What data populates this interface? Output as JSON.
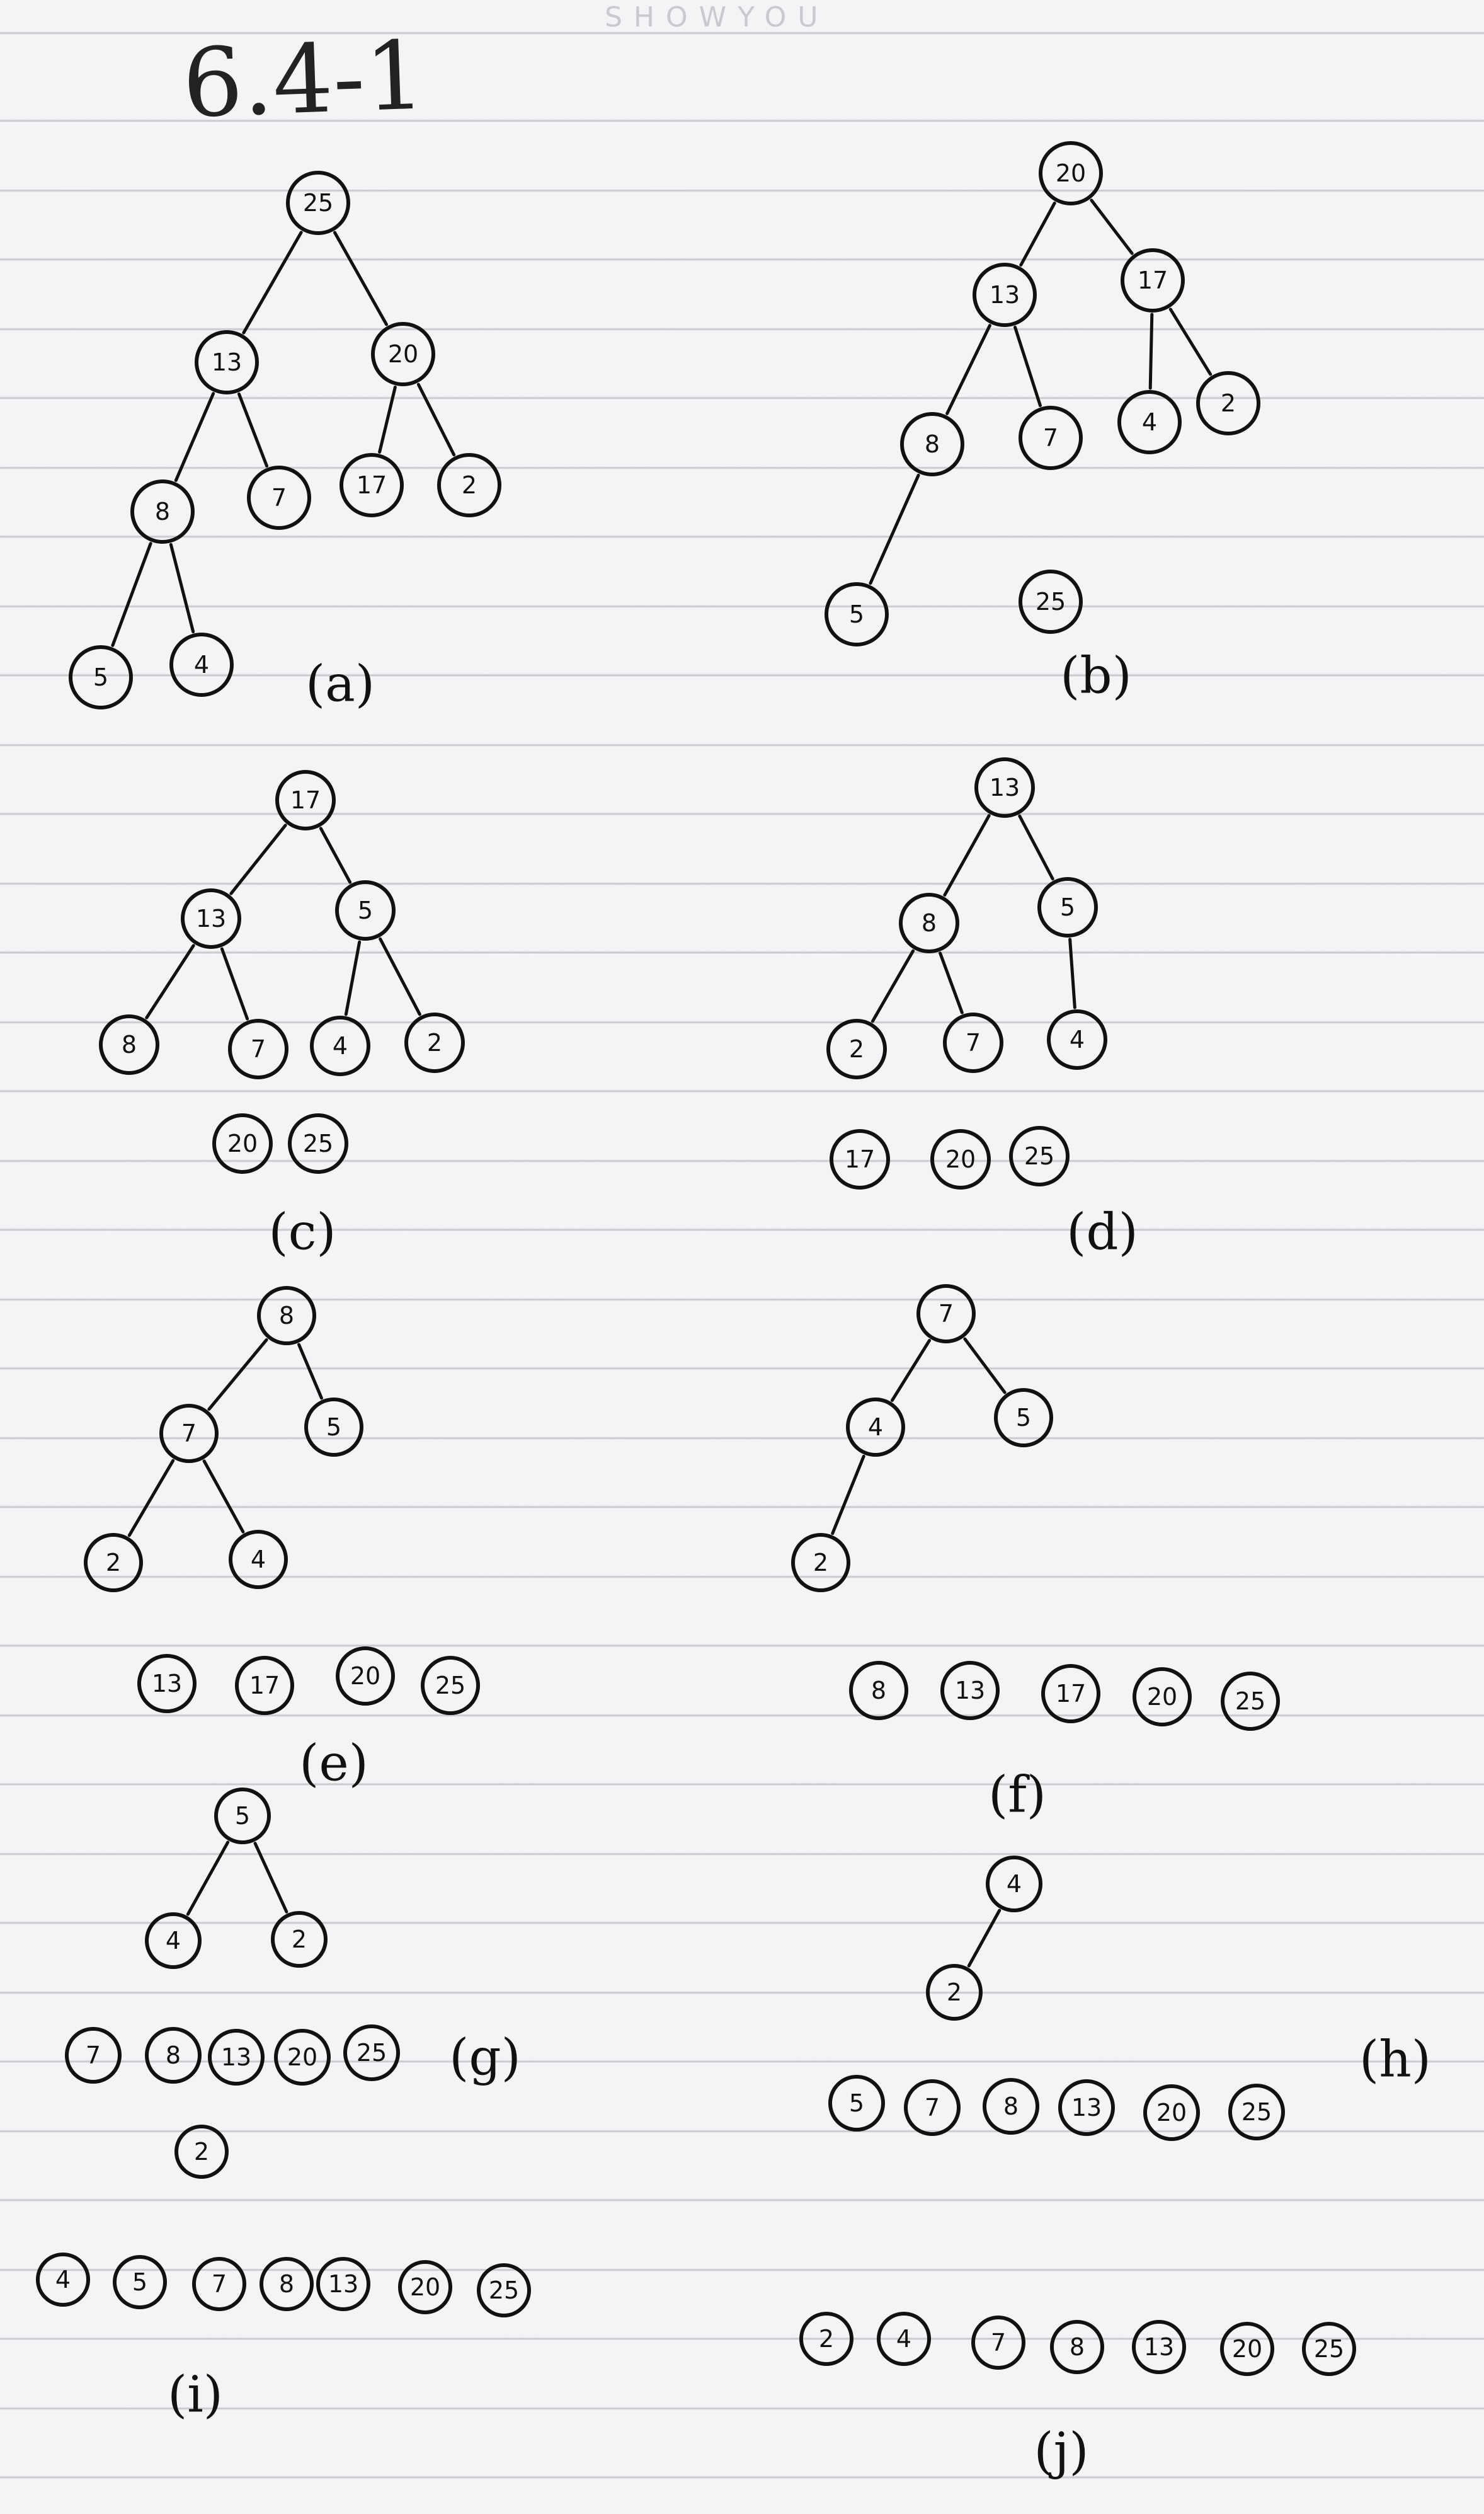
{
  "page": {
    "brand_text": "SHOWYOU",
    "heading": "6.4-1",
    "paper_color": "#f4f4f6",
    "ink_color": "#111111"
  },
  "figures": [
    {
      "caption": "(a)",
      "nodes": [
        {
          "id": "a25",
          "label": "25"
        },
        {
          "id": "a13",
          "label": "13"
        },
        {
          "id": "a20",
          "label": "20"
        },
        {
          "id": "a8",
          "label": "8"
        },
        {
          "id": "a7",
          "label": "7"
        },
        {
          "id": "a17",
          "label": "17"
        },
        {
          "id": "a2",
          "label": "2"
        },
        {
          "id": "a5",
          "label": "5"
        },
        {
          "id": "a4",
          "label": "4"
        }
      ],
      "edges": [
        [
          "a25",
          "a13"
        ],
        [
          "a25",
          "a20"
        ],
        [
          "a13",
          "a8"
        ],
        [
          "a13",
          "a7"
        ],
        [
          "a20",
          "a17"
        ],
        [
          "a20",
          "a2"
        ],
        [
          "a8",
          "a5"
        ],
        [
          "a8",
          "a4"
        ]
      ]
    },
    {
      "caption": "(b)",
      "nodes": [
        {
          "id": "b20",
          "label": "20"
        },
        {
          "id": "b13",
          "label": "13"
        },
        {
          "id": "b17",
          "label": "17"
        },
        {
          "id": "b8",
          "label": "8"
        },
        {
          "id": "b7",
          "label": "7"
        },
        {
          "id": "b4",
          "label": "4"
        },
        {
          "id": "b2",
          "label": "2"
        },
        {
          "id": "b5",
          "label": "5"
        },
        {
          "id": "b25",
          "label": "25"
        }
      ],
      "edges": [
        [
          "b20",
          "b13"
        ],
        [
          "b20",
          "b17"
        ],
        [
          "b13",
          "b8"
        ],
        [
          "b13",
          "b7"
        ],
        [
          "b17",
          "b4"
        ],
        [
          "b17",
          "b2"
        ],
        [
          "b8",
          "b5"
        ]
      ]
    },
    {
      "caption": "(c)",
      "nodes": [
        {
          "id": "c17",
          "label": "17"
        },
        {
          "id": "c13",
          "label": "13"
        },
        {
          "id": "c5",
          "label": "5"
        },
        {
          "id": "c8",
          "label": "8"
        },
        {
          "id": "c7",
          "label": "7"
        },
        {
          "id": "c4",
          "label": "4"
        },
        {
          "id": "c2",
          "label": "2"
        },
        {
          "id": "c20",
          "label": "20"
        },
        {
          "id": "c25",
          "label": "25"
        }
      ],
      "edges": [
        [
          "c17",
          "c13"
        ],
        [
          "c17",
          "c5"
        ],
        [
          "c13",
          "c8"
        ],
        [
          "c13",
          "c7"
        ],
        [
          "c5",
          "c4"
        ],
        [
          "c5",
          "c2"
        ]
      ]
    },
    {
      "caption": "(d)",
      "nodes": [
        {
          "id": "d13",
          "label": "13"
        },
        {
          "id": "d8",
          "label": "8"
        },
        {
          "id": "d5",
          "label": "5"
        },
        {
          "id": "d2",
          "label": "2"
        },
        {
          "id": "d7",
          "label": "7"
        },
        {
          "id": "d4",
          "label": "4"
        },
        {
          "id": "d17",
          "label": "17"
        },
        {
          "id": "d20",
          "label": "20"
        },
        {
          "id": "d25",
          "label": "25"
        }
      ],
      "edges": [
        [
          "d13",
          "d8"
        ],
        [
          "d13",
          "d5"
        ],
        [
          "d8",
          "d2"
        ],
        [
          "d8",
          "d7"
        ],
        [
          "d5",
          "d4"
        ]
      ]
    },
    {
      "caption": "(e)",
      "nodes": [
        {
          "id": "e8",
          "label": "8"
        },
        {
          "id": "e7",
          "label": "7"
        },
        {
          "id": "e5",
          "label": "5"
        },
        {
          "id": "e2",
          "label": "2"
        },
        {
          "id": "e4",
          "label": "4"
        },
        {
          "id": "e13",
          "label": "13"
        },
        {
          "id": "e17",
          "label": "17"
        },
        {
          "id": "e20",
          "label": "20"
        },
        {
          "id": "e25",
          "label": "25"
        }
      ],
      "edges": [
        [
          "e8",
          "e7"
        ],
        [
          "e8",
          "e5"
        ],
        [
          "e7",
          "e2"
        ],
        [
          "e7",
          "e4"
        ]
      ]
    },
    {
      "caption": "(f)",
      "nodes": [
        {
          "id": "f7",
          "label": "7"
        },
        {
          "id": "f4",
          "label": "4"
        },
        {
          "id": "f5",
          "label": "5"
        },
        {
          "id": "f2",
          "label": "2"
        },
        {
          "id": "f8",
          "label": "8"
        },
        {
          "id": "f13",
          "label": "13"
        },
        {
          "id": "f17",
          "label": "17"
        },
        {
          "id": "f20",
          "label": "20"
        },
        {
          "id": "f25",
          "label": "25"
        }
      ],
      "edges": [
        [
          "f7",
          "f4"
        ],
        [
          "f7",
          "f5"
        ],
        [
          "f4",
          "f2"
        ]
      ]
    },
    {
      "caption": "(g)",
      "nodes": [
        {
          "id": "g5",
          "label": "5"
        },
        {
          "id": "g4",
          "label": "4"
        },
        {
          "id": "g2",
          "label": "2"
        },
        {
          "id": "g7",
          "label": "7"
        },
        {
          "id": "g8",
          "label": "8"
        },
        {
          "id": "g13",
          "label": "13"
        },
        {
          "id": "g20",
          "label": "20"
        },
        {
          "id": "g25",
          "label": "25"
        }
      ],
      "edges": [
        [
          "g5",
          "g4"
        ],
        [
          "g5",
          "g2"
        ]
      ]
    },
    {
      "caption": "(h)",
      "nodes": [
        {
          "id": "h4",
          "label": "4"
        },
        {
          "id": "h2",
          "label": "2"
        },
        {
          "id": "h5",
          "label": "5"
        },
        {
          "id": "h7",
          "label": "7"
        },
        {
          "id": "h8",
          "label": "8"
        },
        {
          "id": "h13",
          "label": "13"
        },
        {
          "id": "h20",
          "label": "20"
        },
        {
          "id": "h25",
          "label": "25"
        }
      ],
      "edges": [
        [
          "h4",
          "h2"
        ]
      ]
    },
    {
      "caption": "(i)",
      "nodes": [
        {
          "id": "i2",
          "label": "2"
        },
        {
          "id": "i4",
          "label": "4"
        },
        {
          "id": "i5",
          "label": "5"
        },
        {
          "id": "i7",
          "label": "7"
        },
        {
          "id": "i8",
          "label": "8"
        },
        {
          "id": "i13",
          "label": "13"
        },
        {
          "id": "i20",
          "label": "20"
        },
        {
          "id": "i25",
          "label": "25"
        }
      ],
      "edges": []
    },
    {
      "caption": "(j)",
      "nodes": [
        {
          "id": "j2",
          "label": "2"
        },
        {
          "id": "j4",
          "label": "4"
        },
        {
          "id": "j7",
          "label": "7"
        },
        {
          "id": "j8",
          "label": "8"
        },
        {
          "id": "j13",
          "label": "13"
        },
        {
          "id": "j20",
          "label": "20"
        },
        {
          "id": "j25",
          "label": "25"
        }
      ],
      "edges": []
    }
  ]
}
